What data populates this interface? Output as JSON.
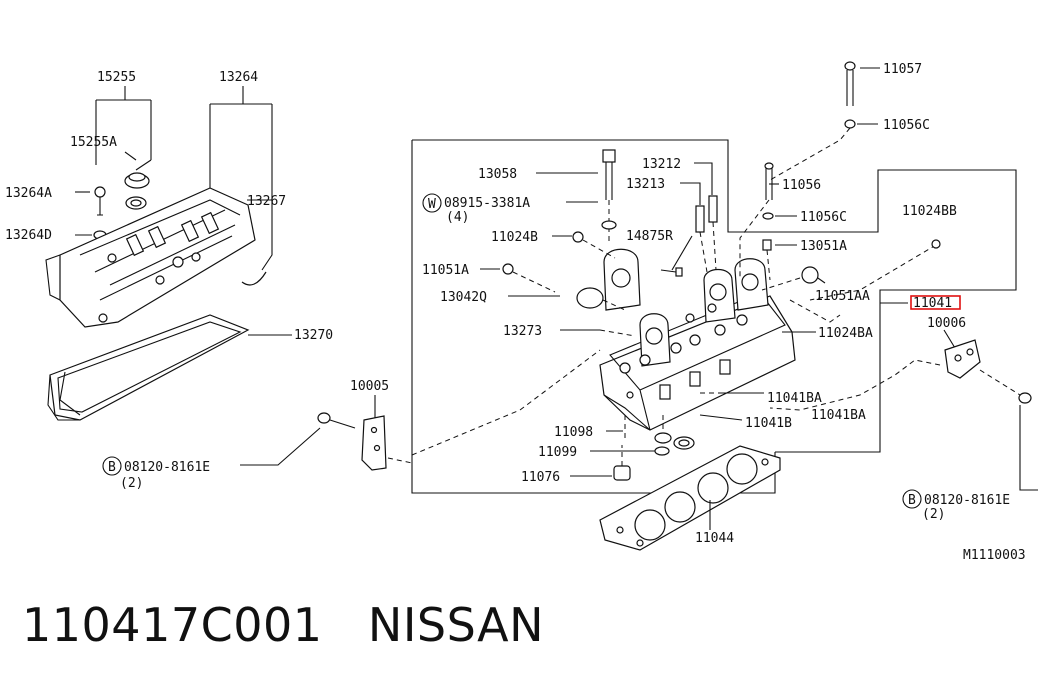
{
  "diagram": {
    "labels": {
      "p15255": "15255",
      "p13264": "13264",
      "p15255A": "15255A",
      "p13264A": "13264A",
      "p13264D": "13264D",
      "p13267": "13267",
      "p13270": "13270",
      "p10005": "10005",
      "p08120L": "08120-8161E",
      "p08120L_qty": "(2)",
      "p13058": "13058",
      "p08915": "08915-3381A",
      "p08915_qty": "(4)",
      "p11024B": "11024B",
      "p11051A": "11051A",
      "p13042Q": "13042Q",
      "p13273": "13273",
      "p13212": "13212",
      "p13213": "13213",
      "p14875R": "14875R",
      "p11057": "11057",
      "p11056C_top": "11056C",
      "p11056": "11056",
      "p11056C": "11056C",
      "p13051A": "13051A",
      "p11024BB": "11024BB",
      "p11051AA": "11051AA",
      "p11041": "11041",
      "p10006": "10006",
      "p11024BA": "11024BA",
      "p11041BA_1": "11041BA",
      "p11041BA_2": "11041BA",
      "p11041B": "11041B",
      "p11098": "11098",
      "p11099": "11099",
      "p11076": "11076",
      "p11044": "11044",
      "p08120R": "08120-8161E",
      "p08120R_qty": "(2)",
      "circleW": "W",
      "circleB1": "B",
      "circleB2": "B",
      "diagram_code": "M1110003"
    },
    "highlight_color": "#e01010",
    "highlighted_part": "11041"
  },
  "caption": {
    "part_number": "110417C001",
    "brand": "NISSAN"
  }
}
